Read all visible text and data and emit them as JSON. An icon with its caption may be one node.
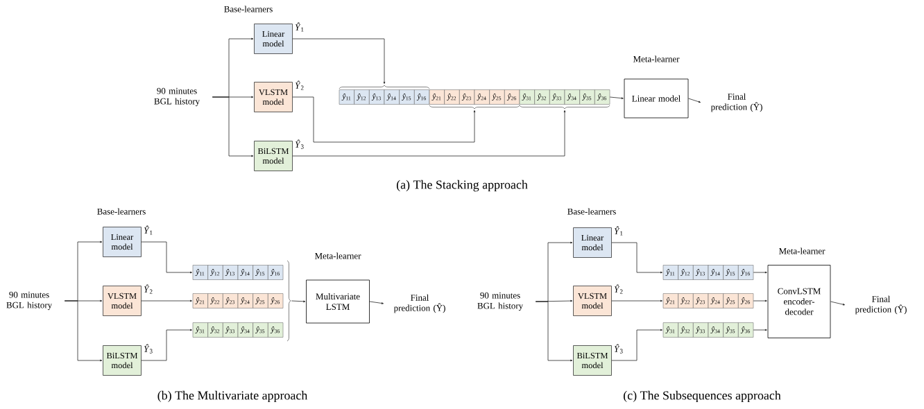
{
  "diagram": {
    "nodes": [
      {
        "text": [
          "90 minutes BGL history"
        ]
      },
      {
        "text": [
          "Linear model"
        ],
        "beside": [
          "*Ŷ*$_{1}$"
        ]
      },
      {
        "text": [
          "VLSTM model"
        ],
        "beside": [
          "*Ŷ*$_{2}$"
        ]
      },
      {
        "text": [
          "BiLSTM model"
        ],
        "beside": [
          "*Ŷ*$_{3}$"
        ]
      },
      {
        "text": [
          "*ŷ*$_{11}$",
          "*ŷ*$_{12}$",
          "*ŷ*$_{13}$",
          "*ŷ*$_{14}$",
          "*ŷ*$_{15}$",
          "*ŷ*$_{16}$"
        ]
      },
      {
        "text": [
          "*ŷ*$_{21}$",
          "*ŷ*$_{22}$",
          "*ŷ*$_{23}$",
          "*ŷ*$_{24}$",
          "*ŷ*$_{25}$",
          "*ŷ*$_{26}$"
        ]
      },
      {
        "text": [
          "*ŷ*$_{31}$",
          "*ŷ*$_{32}$",
          "*ŷ*$_{33}$",
          "*ŷ*$_{34}$",
          "*ŷ*$_{35}$",
          "*ŷ*$_{36}$"
        ]
      },
      {
        "text": [],
        "shape": "brace"
      },
      {
        "text": [],
        "shape": "brace"
      },
      {
        "text": [],
        "shape": "brace"
      },
      {
        "text": [
          "Linear model"
        ]
      },
      {
        "text": [
          "Final prediction (Ŷ)"
        ]
      },
      {
        "text": [
          "90 minutes BGL history"
        ]
      },
      {
        "text": [
          "Linear model"
        ],
        "beside": [
          "*Ŷ*$_{1}$"
        ]
      },
      {
        "text": [
          "VLSTM model"
        ],
        "beside": [
          "*Ŷ*$_{2}$"
        ]
      },
      {
        "text": [
          "BiLSTM model"
        ],
        "beside": [
          "*Ŷ*$_{3}$"
        ]
      },
      {
        "text": [
          "*ŷ*$_{11}$",
          "*ŷ*$_{12}$",
          "*ŷ*$_{13}$",
          "*ŷ*$_{14}$",
          "*ŷ*$_{15}$",
          "*ŷ*$_{16}$"
        ]
      },
      {
        "text": [
          "*ŷ*$_{21}$",
          "*ŷ*$_{22}$",
          "*ŷ*$_{23}$",
          "*ŷ*$_{24}$",
          "*ŷ*$_{25}$",
          "*ŷ*$_{26}$"
        ]
      },
      {
        "text": [
          "*ŷ*$_{31}$",
          "*ŷ*$_{32}$",
          "*ŷ*$_{33}$",
          "*ŷ*$_{34}$",
          "*ŷ*$_{35}$",
          "*ŷ*$_{36}$"
        ]
      },
      {
        "text": [],
        "shape": "brace"
      },
      {
        "text": [
          "Multivariate LSTM"
        ]
      },
      {
        "text": [
          "Final prediction (Ŷ)"
        ]
      },
      {
        "text": [
          "90 minutes BGL history"
        ]
      },
      {
        "text": [
          "Linear model"
        ],
        "beside": [
          "*Ŷ*$_{1}$"
        ]
      },
      {
        "text": [
          "VLSTM model"
        ],
        "beside": [
          "*Ŷ*$_{2}$"
        ]
      },
      {
        "text": [
          "BiLSTM model"
        ],
        "beside": [
          "*Ŷ*$_{3}$"
        ]
      },
      {
        "text": [
          "*ŷ*$_{11}$",
          "*ŷ*$_{12}$",
          "*ŷ*$_{13}$",
          "*ŷ*$_{14}$",
          "*ŷ*$_{15}$",
          "*ŷ*$_{16}$"
        ]
      },
      {
        "text": [
          "*ŷ*$_{21}$",
          "*ŷ*$_{22}$",
          "*ŷ*$_{23}$",
          "*ŷ*$_{24}$",
          "*ŷ*$_{25}$",
          "*ŷ*$_{26}$"
        ]
      },
      {
        "text": [
          "*ŷ*$_{31}$",
          "*ŷ*$_{32}$",
          "*ŷ*$_{33}$",
          "*ŷ*$_{34}$",
          "*ŷ*$_{35}$",
          "*ŷ*$_{36}$"
        ]
      },
      {
        "text": [
          "ConvLSTM encoder-decoder"
        ]
      },
      {
        "text": [
          "Final prediction (Ŷ)"
        ]
      }
    ],
    "edges": [
      {
        "from": 0,
        "to": 1,
        "arrow": "to"
      },
      {
        "from": 0,
        "to": 2,
        "arrow": "to"
      },
      {
        "from": 0,
        "to": 3,
        "arrow": "to"
      },
      {
        "from": 1,
        "to": 7,
        "arrow": "to"
      },
      {
        "from": 2,
        "to": 8,
        "arrow": "to"
      },
      {
        "from": 3,
        "to": 9,
        "arrow": "to"
      },
      {
        "from": 6,
        "to": 10,
        "arrow": "to"
      },
      {
        "from": 10,
        "to": 11,
        "arrow": "to"
      },
      {
        "from": 12,
        "to": 13,
        "arrow": "to"
      },
      {
        "from": 12,
        "to": 14,
        "arrow": "to"
      },
      {
        "from": 12,
        "to": 15,
        "arrow": "to"
      },
      {
        "from": 13,
        "to": 16,
        "arrow": "to"
      },
      {
        "from": 14,
        "to": 17,
        "arrow": "to"
      },
      {
        "from": 15,
        "to": 18,
        "arrow": "to"
      },
      {
        "from": 19,
        "to": 20,
        "arrow": "to"
      },
      {
        "from": 20,
        "to": 21,
        "arrow": "to"
      },
      {
        "from": 22,
        "to": 23,
        "arrow": "to"
      },
      {
        "from": 22,
        "to": 24,
        "arrow": "to"
      },
      {
        "from": 22,
        "to": 25,
        "arrow": "to"
      },
      {
        "from": 23,
        "to": 26,
        "arrow": "to"
      },
      {
        "from": 24,
        "to": 27,
        "arrow": "to"
      },
      {
        "from": 25,
        "to": 28,
        "arrow": "to"
      },
      {
        "from": 26,
        "to": 29,
        "arrow": "to"
      },
      {
        "from": 27,
        "to": 29,
        "arrow": "to"
      },
      {
        "from": 28,
        "to": 29,
        "arrow": "to"
      },
      {
        "from": 29,
        "to": 30,
        "arrow": "to"
      }
    ],
    "labels": [
      "Base-learners",
      "Meta-learner",
      "(a) The Stacking approach",
      "Base-learners",
      "Meta-learner",
      "(b) The Multivariate approach",
      "Base-learners",
      "Meta-learner",
      "(c) The Subsequences approach"
    ]
  }
}
